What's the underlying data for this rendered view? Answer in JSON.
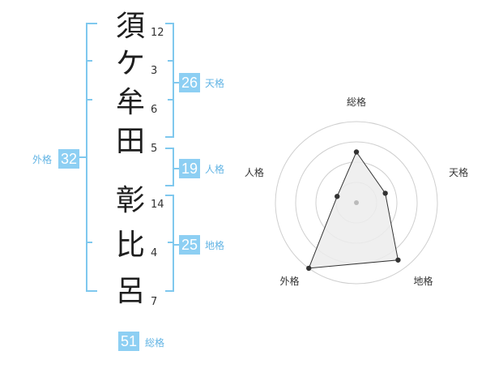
{
  "name": {
    "chars": [
      {
        "char": "須",
        "strokes": "12"
      },
      {
        "char": "ケ",
        "strokes": "3"
      },
      {
        "char": "牟",
        "strokes": "6"
      },
      {
        "char": "田",
        "strokes": "5"
      },
      {
        "char": "彰",
        "strokes": "14"
      },
      {
        "char": "比",
        "strokes": "4"
      },
      {
        "char": "呂",
        "strokes": "7"
      }
    ]
  },
  "scores": {
    "tenkaku": {
      "value": "26",
      "label": "天格"
    },
    "jinkaku": {
      "value": "19",
      "label": "人格"
    },
    "chikaku": {
      "value": "25",
      "label": "地格"
    },
    "gaikaku": {
      "value": "32",
      "label": "外格"
    },
    "soukaku": {
      "value": "51",
      "label": "総格"
    }
  },
  "chart_data": {
    "type": "radar",
    "axes": [
      "総格",
      "天格",
      "地格",
      "外格",
      "人格"
    ],
    "rings": 4,
    "max": 4,
    "values": [
      2.5,
      1.5,
      3.5,
      4.0,
      1.0
    ],
    "colors": {
      "line": "#333333",
      "fill": "#ececec",
      "grid": "#cfcfcf",
      "center": "#bbbbbb"
    }
  }
}
